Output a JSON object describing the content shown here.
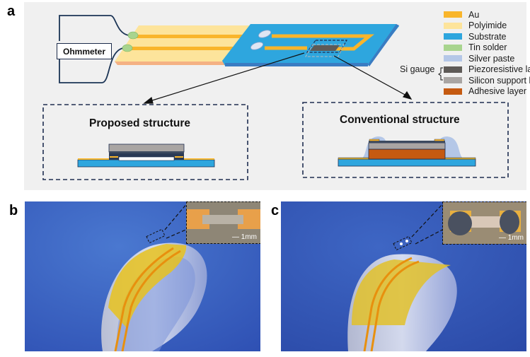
{
  "figure": {
    "panel_labels": {
      "a": "a",
      "b": "b",
      "c": "c"
    },
    "ohmmeter_label": "Ohmmeter",
    "legend": [
      {
        "label": "Au",
        "color": "#F9B52B"
      },
      {
        "label": "Polyimide",
        "color": "#FDE49B"
      },
      {
        "label": "Substrate",
        "color": "#2EA6DE"
      },
      {
        "label": "Tin solder",
        "color": "#A8D48E"
      },
      {
        "label": "Silver paste",
        "color": "#B4C7E7"
      },
      {
        "label": "Piezoresistive layer",
        "color": "#5E5A57"
      },
      {
        "label": "Silicon support layer",
        "color": "#A9A5A3"
      },
      {
        "label": "Adhesive layer",
        "color": "#C55A11"
      }
    ],
    "si_gauge_label": "Si gauge",
    "proposed_title": "Proposed structure",
    "conventional_title": "Conventional structure",
    "inset_b_scale": "1mm",
    "inset_c_scale": "1mm",
    "colors": {
      "wire": "#1c3556",
      "dash_box": "#1f2d50",
      "substrate_edge": "#3a7cc2",
      "polyimide_edge": "#F4B183",
      "photo_bg": "#3b62c4"
    }
  }
}
